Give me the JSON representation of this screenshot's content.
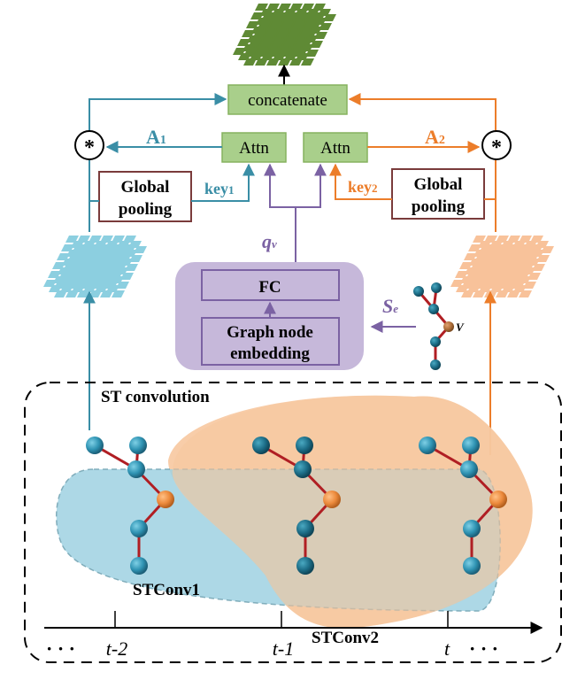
{
  "colors": {
    "teal": "#3a8ea6",
    "orange": "#ec7d2a",
    "purple": "#7b62a3",
    "green_box": "#a9cf8b",
    "green_border": "#86b25f",
    "green_tensor": "#5f8a35",
    "teal_tensor": "#8ccfe0",
    "orange_tensor": "#f8c29a",
    "pool_border": "#7a3b3b",
    "purple_panel": "#c6b8da",
    "blue_region": "#9fd2e2",
    "orange_region": "#f7c8a0",
    "edge_red": "#b01e23",
    "node_blue": "#3aa0c0",
    "node_orange": "#ef8c3e"
  },
  "top": {
    "concat_label": "concatenate",
    "attn_left_label": "Attn",
    "attn_right_label": "Attn",
    "a1_label": "A",
    "a1_sub": "1",
    "a2_label": "A",
    "a2_sub": "2",
    "key1_label": "key",
    "key1_sub": "1",
    "key2_label": "key",
    "key2_sub": "2",
    "mult_symbol": "*",
    "pool_left": [
      "Global",
      "pooling"
    ],
    "pool_right": [
      "Global",
      "pooling"
    ],
    "qv_label": "q",
    "qv_sub": "v"
  },
  "embedding": {
    "fc_label": "FC",
    "embed_lines": [
      "Graph node",
      "embedding"
    ],
    "se_label": "S",
    "se_sub": "e",
    "v_label": "V"
  },
  "st": {
    "title": "ST convolution",
    "stconv1": "STConv1",
    "stconv2": "STConv2",
    "ticks": [
      "t-2",
      "t-1",
      "t"
    ],
    "ellipsis_left": "· · ·",
    "ellipsis_right": "· · ·"
  }
}
